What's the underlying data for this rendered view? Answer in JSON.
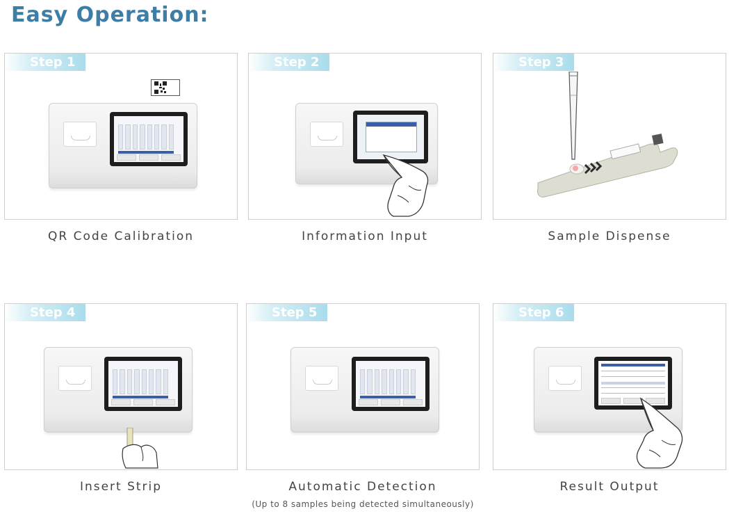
{
  "title": "Easy Operation:",
  "steps": [
    {
      "badge": "Step 1",
      "caption": "QR Code Calibration"
    },
    {
      "badge": "Step 2",
      "caption": "Information Input"
    },
    {
      "badge": "Step 3",
      "caption": "Sample Dispense"
    },
    {
      "badge": "Step 4",
      "caption": "Insert Strip"
    },
    {
      "badge": "Step 5",
      "caption": "Automatic Detection",
      "subcaption": "(Up to 8 samples being detected simultaneously)"
    },
    {
      "badge": "Step 6",
      "caption": "Result Output"
    }
  ],
  "colors": {
    "title": "#3e7ea6",
    "badge": "#a9dcec",
    "screen_accent": "#3a5ea8"
  }
}
